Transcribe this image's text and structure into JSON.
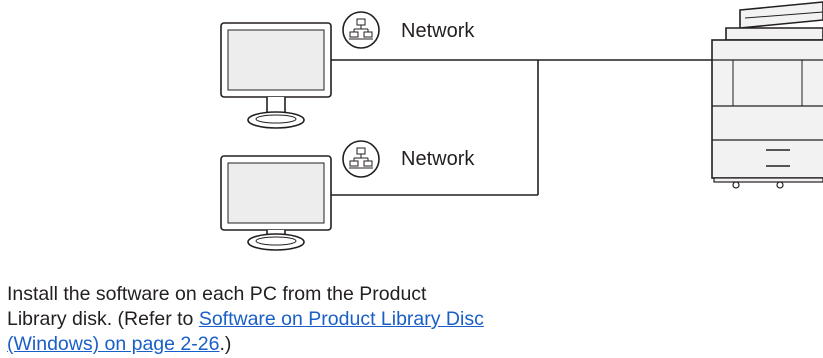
{
  "network_labels": [
    "Network",
    "Network"
  ],
  "caption": {
    "text_before": "Install the software on each PC from the Product Library disk. (Refer to ",
    "link_text": "Software on Product Library Disc (Windows) on page 2-26",
    "text_after": ".)"
  },
  "icons": {
    "pc": "desktop-computer-icon",
    "network": "network-icon",
    "device": "multifunction-printer-icon"
  },
  "colors": {
    "text": "#231f20",
    "line": "#231f20",
    "screen": "#ededed",
    "device_body": "#f2f2f2",
    "link": "#1a5fc7"
  }
}
